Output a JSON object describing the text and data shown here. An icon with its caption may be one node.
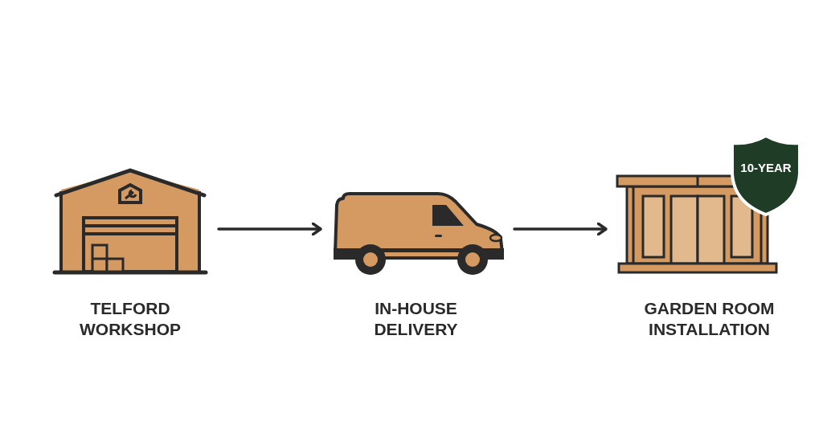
{
  "diagram": {
    "nodes": [
      {
        "text": [
          "TELFORD WORKSHOP"
        ]
      },
      {
        "text": [
          "IN-HOUSE DELIVERY"
        ]
      },
      {
        "text": [
          "GARDEN ROOM INSTALLATION"
        ]
      }
    ],
    "edges": [
      {
        "from": 0,
        "to": 1,
        "arrow": "to"
      },
      {
        "from": 1,
        "to": 2,
        "arrow": "to"
      }
    ],
    "labels": [
      "10-YEAR"
    ]
  }
}
